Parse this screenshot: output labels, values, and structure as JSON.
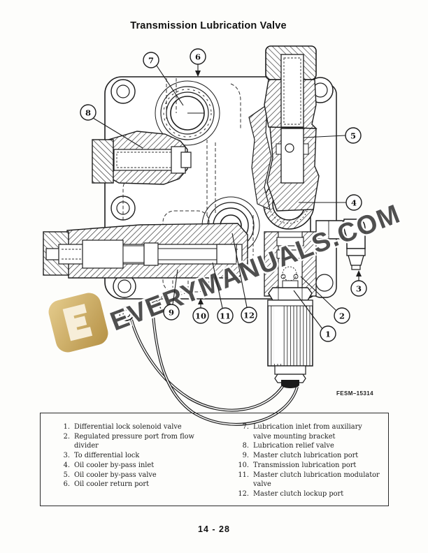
{
  "page": {
    "title": "Transmission Lubrication Valve",
    "figure_code": "FESM–15314",
    "page_number": "14 - 28"
  },
  "watermark": {
    "brand": "EVERYMANUALS.COM",
    "logo_letter": "E",
    "gold_color": "#c9a44a",
    "text_color": "#474747"
  },
  "callouts": {
    "c1": "1",
    "c2": "2",
    "c3": "3",
    "c4": "4",
    "c5": "5",
    "c6": "6",
    "c7": "7",
    "c8": "8",
    "c9": "9",
    "c10": "10",
    "c11": "11",
    "c12": "12"
  },
  "legend": {
    "left": [
      {
        "num": "1.",
        "text": "Differential lock solenoid valve"
      },
      {
        "num": "2.",
        "text": "Regulated pressure port from flow divider"
      },
      {
        "num": "3.",
        "text": "To differential lock"
      },
      {
        "num": "4.",
        "text": "Oil cooler by-pass inlet"
      },
      {
        "num": "5.",
        "text": "Oil cooler by-pass valve"
      },
      {
        "num": "6.",
        "text": "Oil cooler return port"
      }
    ],
    "right": [
      {
        "num": "7.",
        "text": "Lubrication inlet from auxiliary valve mounting bracket"
      },
      {
        "num": "8.",
        "text": "Lubrication relief valve"
      },
      {
        "num": "9.",
        "text": "Master clutch lubrication port"
      },
      {
        "num": "10.",
        "text": "Transmission lubrication port"
      },
      {
        "num": "11.",
        "text": "Master clutch lubrication modulator valve"
      },
      {
        "num": "12.",
        "text": "Master clutch lockup port"
      }
    ]
  }
}
